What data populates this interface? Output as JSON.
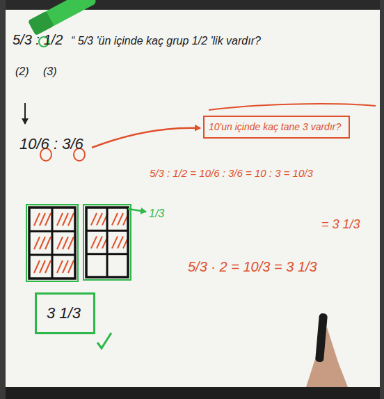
{
  "diagram": {
    "nodes": [
      {
        "text": [
          "10'un içinde kaç tane 3 vardır?"
        ]
      },
      {
        "text": [
          "3 1/3"
        ]
      }
    ],
    "labels": [
      "5/3 : 1/2",
      "(2)",
      "(3)",
      "“ 5/3 'ün içinde kaç grup 1/2 'lik vardır?",
      "10/6 : 3/6",
      "5/3 : 1/2 = 10/6 : 3/6 = 10 : 3 = 10/3",
      "= 3 1/3",
      "5/3 · 2 = 10/3 = 3 1/3",
      "1/3"
    ]
  }
}
